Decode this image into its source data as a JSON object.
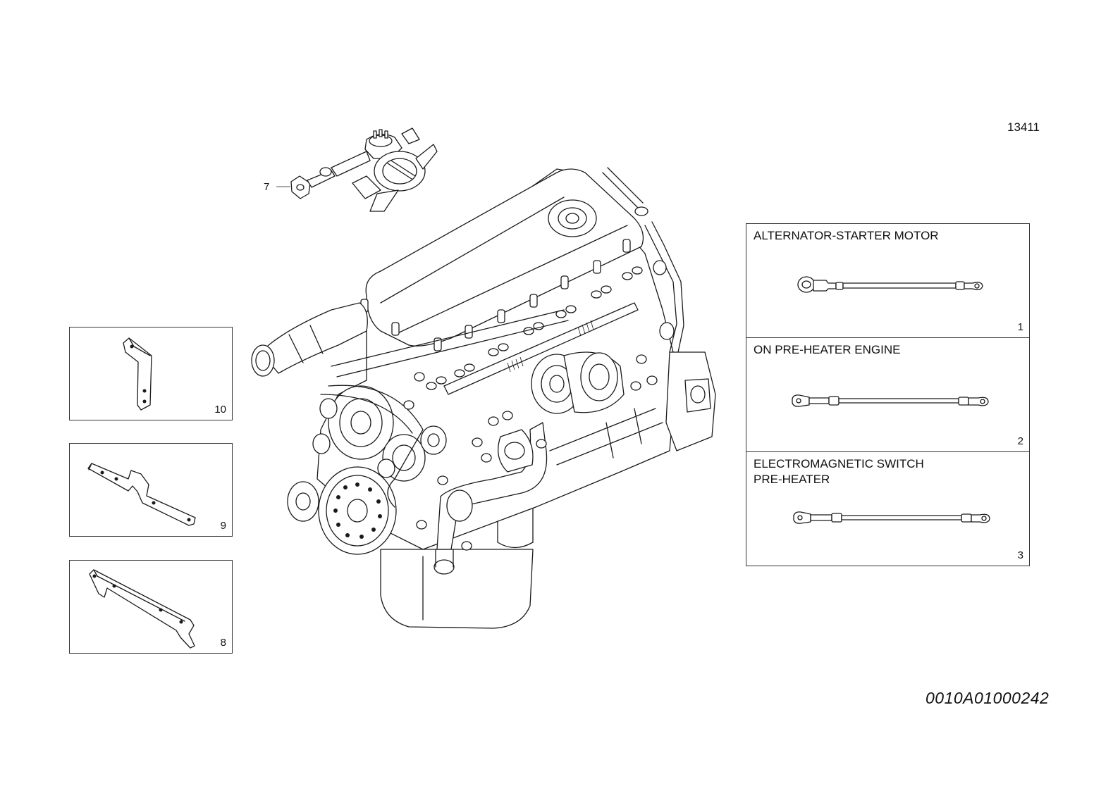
{
  "sheet_number": "13411",
  "drawing_code": "0010A01000242",
  "callouts": {
    "part_7": "7"
  },
  "bracket_boxes": [
    {
      "number": "10"
    },
    {
      "number": "9"
    },
    {
      "number": "8"
    }
  ],
  "cable_boxes": [
    {
      "label": "ALTERNATOR-STARTER MOTOR",
      "number": "1"
    },
    {
      "label": "ON PRE-HEATER ENGINE",
      "number": "2"
    },
    {
      "label": "ELECTROMAGNETIC SWITCH\nPRE-HEATER",
      "number": "3"
    }
  ]
}
